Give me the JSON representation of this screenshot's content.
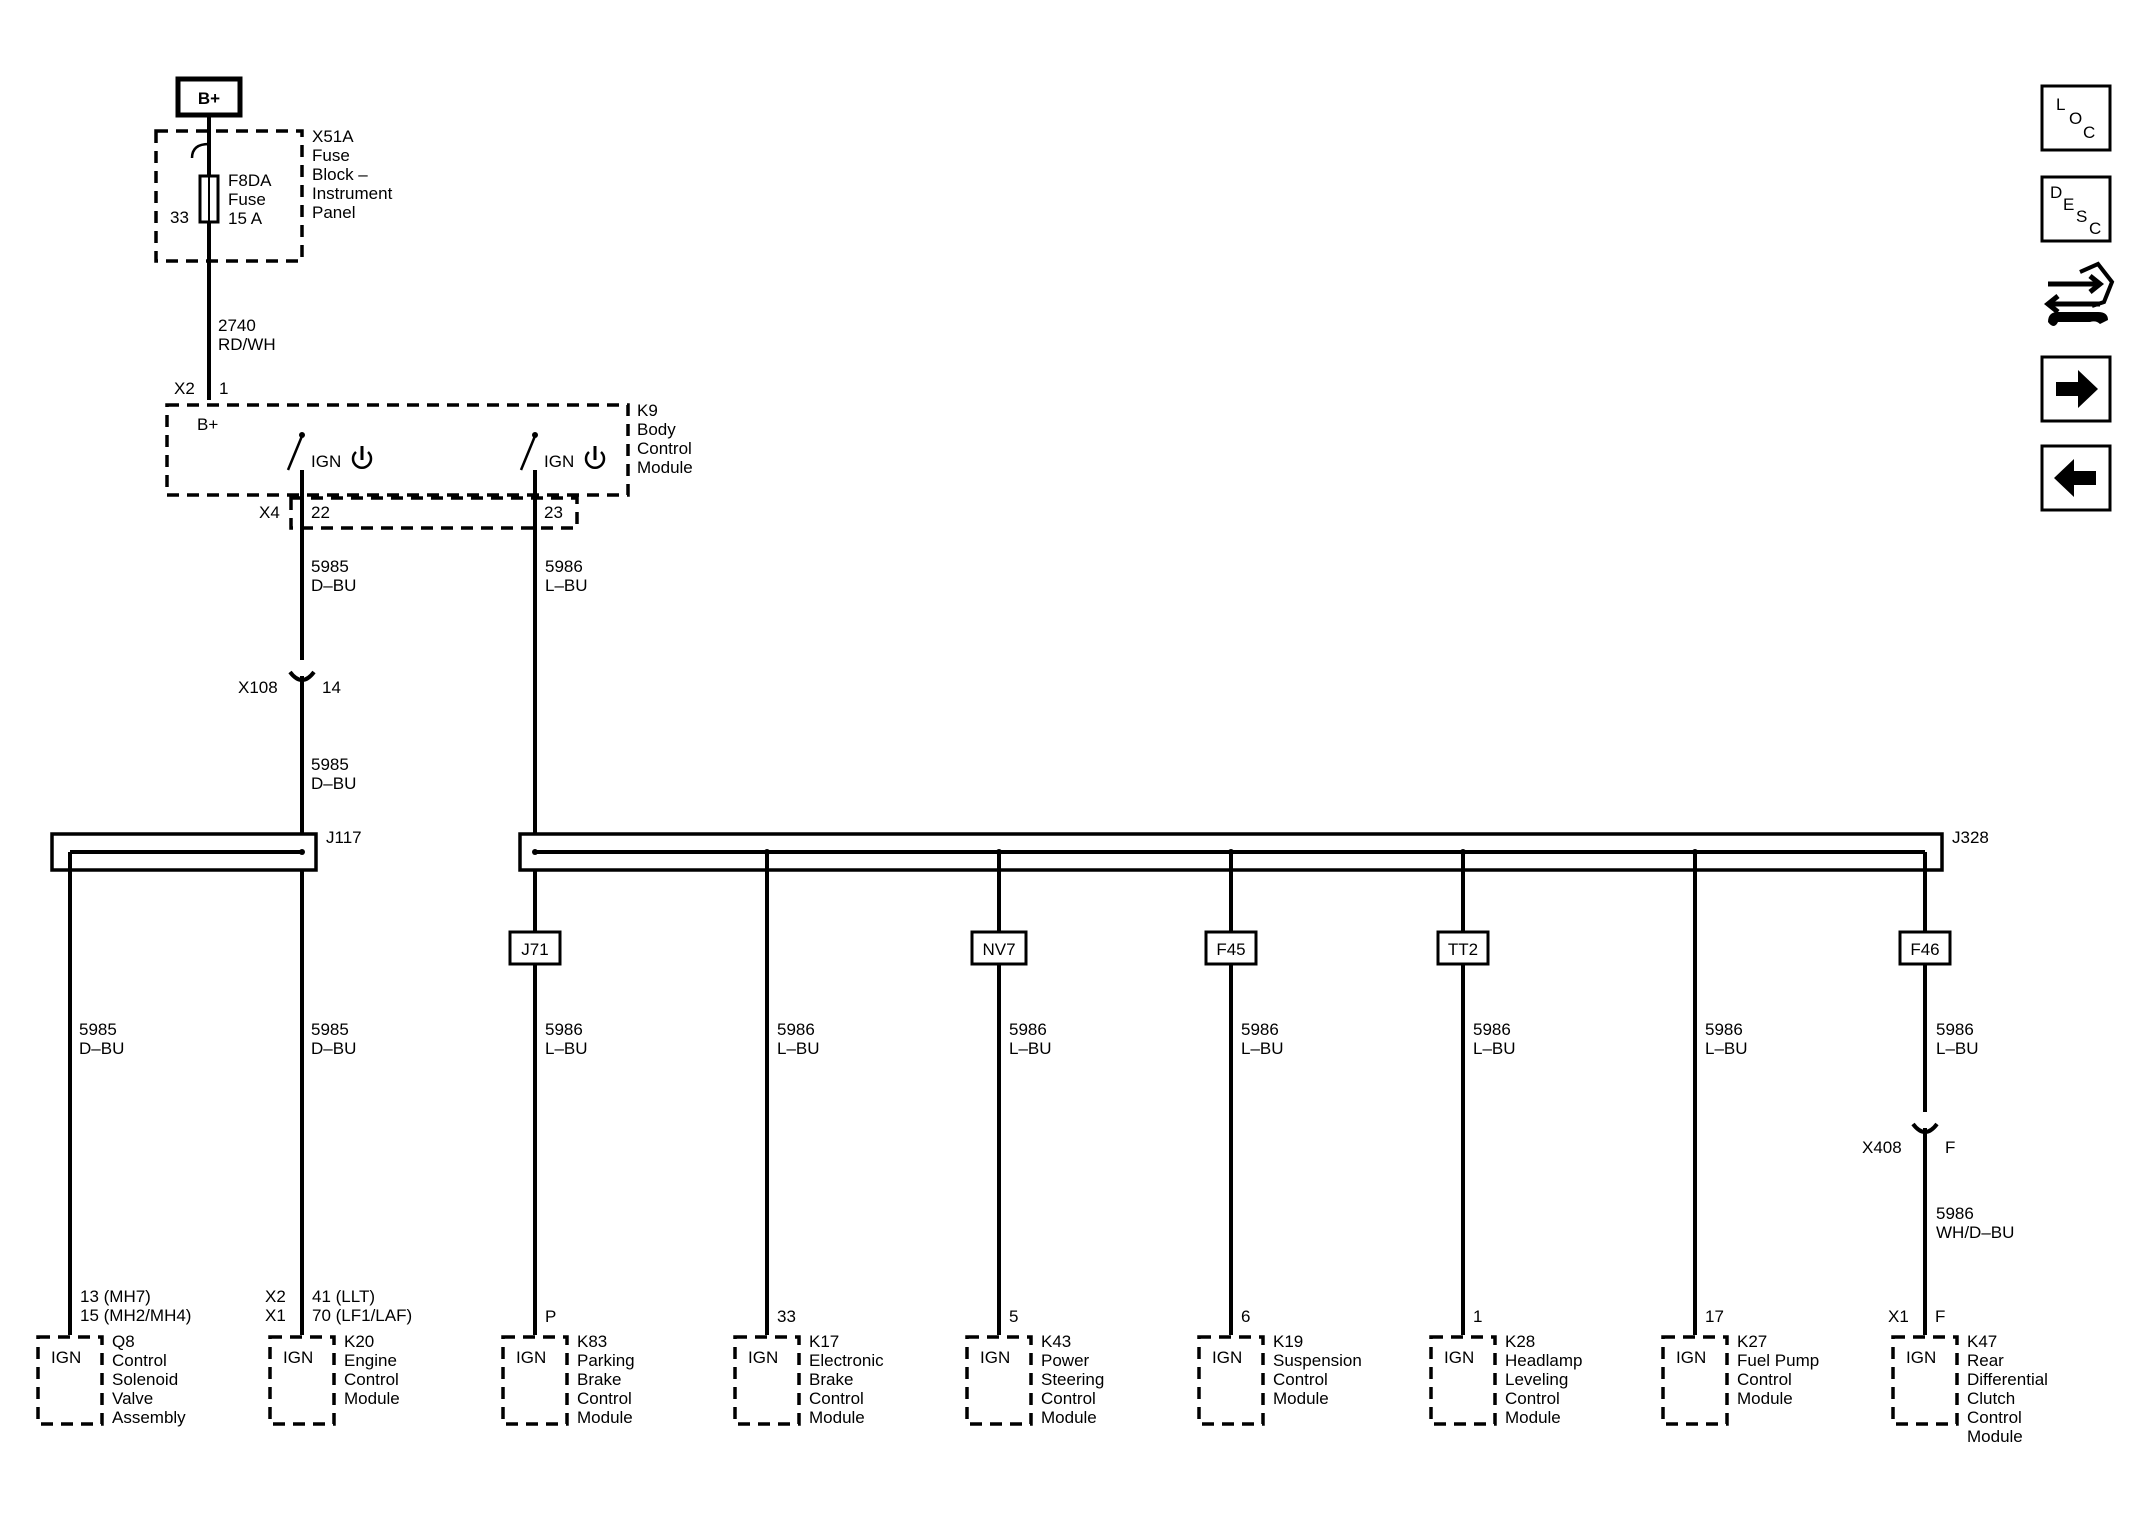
{
  "power": {
    "label": "B+"
  },
  "fuse_block": {
    "ref": "X51A",
    "name_lines": [
      "Fuse",
      "Block –",
      "Instrument",
      "Panel"
    ],
    "fuse_lines": [
      "F8DA",
      "Fuse",
      "15 A"
    ],
    "pin": "33"
  },
  "wire_2740": {
    "circuit": "2740",
    "color": "RD/WH"
  },
  "bcm": {
    "connector_in": "X2",
    "pin_in": "1",
    "bplus_label": "B+",
    "ref": "K9",
    "name_lines": [
      "Body",
      "Control",
      "Module"
    ],
    "switch_label": "IGN",
    "connector_out": "X4",
    "pin_out_1": "22",
    "pin_out_2": "23"
  },
  "wire_5985": {
    "circuit": "5985",
    "color": "D–BU"
  },
  "wire_5986": {
    "circuit": "5986",
    "color": "L–BU"
  },
  "inline_x108": {
    "ref": "X108",
    "pin": "14"
  },
  "splice_j117": {
    "ref": "J117"
  },
  "splice_j328": {
    "ref": "J328"
  },
  "options": [
    "J71",
    "NV7",
    "F45",
    "TT2",
    "F46"
  ],
  "inline_x408": {
    "ref": "X408",
    "pin": "F"
  },
  "wire_5986_wh": {
    "circuit": "5986",
    "color": "WH/D–BU"
  },
  "ign_label": "IGN",
  "modules": [
    {
      "pin_lines": [
        "13 (MH7)",
        "15 (MH2/MH4)"
      ],
      "ref": "Q8",
      "name_lines": [
        "Control",
        "Solenoid",
        "Valve",
        "Assembly"
      ]
    },
    {
      "conn_lines": [
        "X2",
        "X1"
      ],
      "pin_lines": [
        "41 (LLT)",
        "70 (LF1/LAF)"
      ],
      "ref": "K20",
      "name_lines": [
        "Engine",
        "Control",
        "Module"
      ]
    },
    {
      "pin_lines": [
        "P"
      ],
      "ref": "K83",
      "name_lines": [
        "Parking",
        "Brake",
        "Control",
        "Module"
      ]
    },
    {
      "pin_lines": [
        "33"
      ],
      "ref": "K17",
      "name_lines": [
        "Electronic",
        "Brake",
        "Control",
        "Module"
      ]
    },
    {
      "pin_lines": [
        "5"
      ],
      "ref": "K43",
      "name_lines": [
        "Power",
        "Steering",
        "Control",
        "Module"
      ]
    },
    {
      "pin_lines": [
        "6"
      ],
      "ref": "K19",
      "name_lines": [
        "Suspension",
        "Control",
        "Module"
      ]
    },
    {
      "pin_lines": [
        "1"
      ],
      "ref": "K28",
      "name_lines": [
        "Headlamp",
        "Leveling",
        "Control",
        "Module"
      ]
    },
    {
      "pin_lines": [
        "17"
      ],
      "ref": "K27",
      "name_lines": [
        "Fuel Pump",
        "Control",
        "Module"
      ]
    },
    {
      "conn_lines": [
        "X1"
      ],
      "pin_lines": [
        "F"
      ],
      "ref": "K47",
      "name_lines": [
        "Rear",
        "Differential",
        "Clutch",
        "Control",
        "Module"
      ]
    }
  ],
  "nav_icons": {
    "loc": [
      "L",
      "O",
      "C"
    ],
    "desc": [
      "D",
      "E",
      "S",
      "C"
    ]
  }
}
